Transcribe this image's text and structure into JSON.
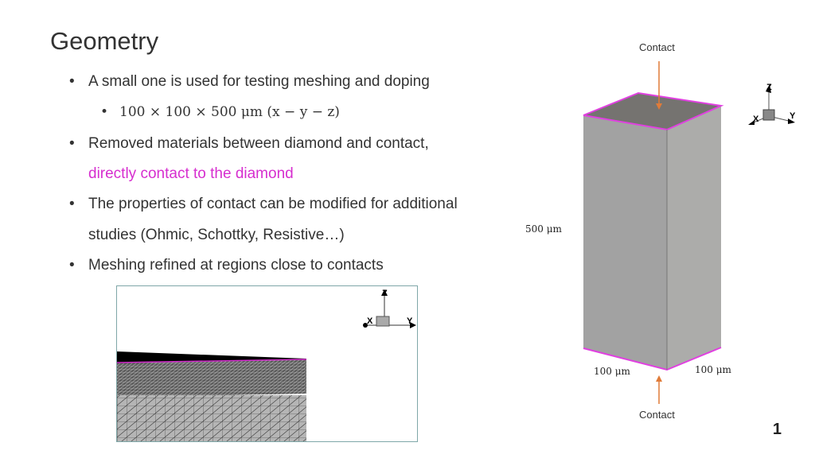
{
  "title": "Geometry",
  "bullets": [
    "A small one is used for testing meshing and doping",
    "100 × 100 × 500 μm  (x − y − z)",
    "Removed materials between diamond and contact,",
    "directly contact to the diamond",
    "The properties of contact can be modified for additional",
    "studies (Ohmic, Schottky, Resistive…)",
    "Meshing refined at regions close to contacts"
  ],
  "bullet_char": "•",
  "figure": {
    "contact_top": "Contact",
    "contact_bottom": "Contact",
    "dim_z": "500 μm",
    "dim_x": "100 μm",
    "dim_y": "100 μm"
  },
  "axes": {
    "x": "X",
    "y": "Y",
    "z": "Z"
  },
  "page_number": "1",
  "colors": {
    "accent": "#d62ecf",
    "arrow": "#e07b39",
    "box": "#a3a3a3"
  }
}
